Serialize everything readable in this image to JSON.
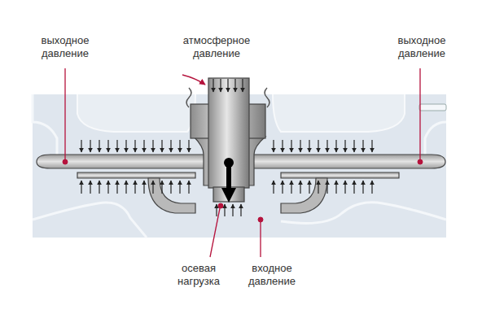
{
  "diagram": {
    "labels": [
      "выходное давление",
      "атмосферное давление",
      "выходное давление",
      "осевая нагрузка",
      "входное давление"
    ]
  }
}
